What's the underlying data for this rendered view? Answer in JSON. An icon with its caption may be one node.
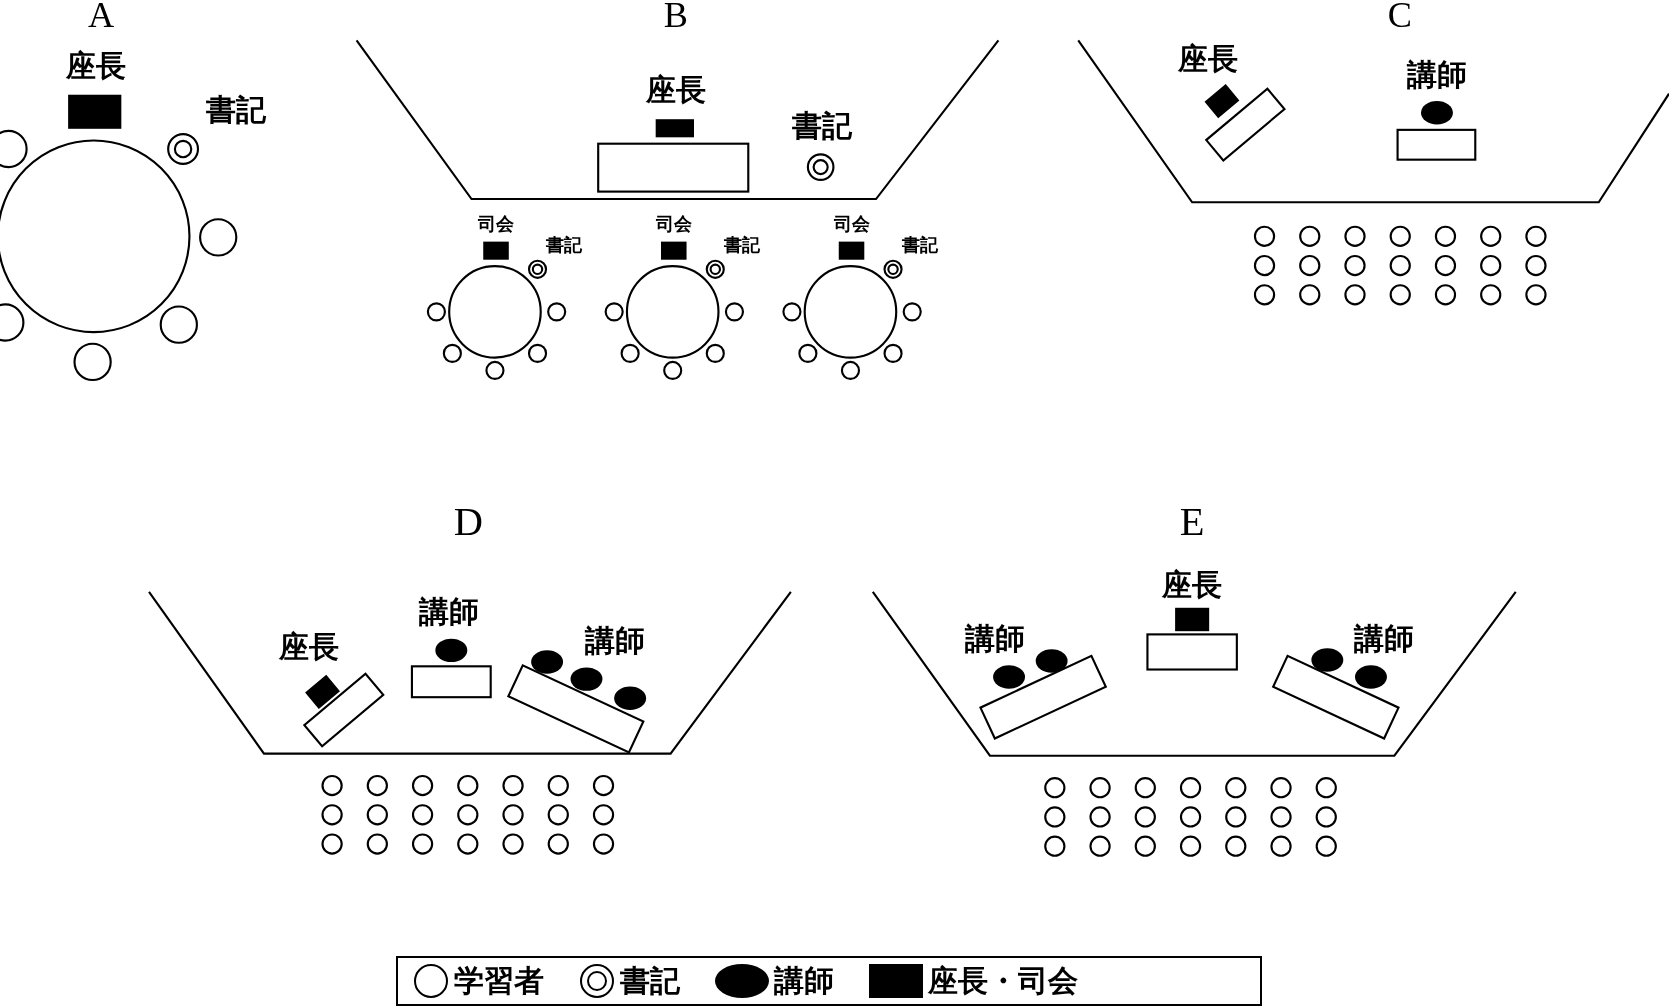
{
  "diagram": {
    "labels": [
      "A",
      "座長",
      "書記",
      "B",
      "座長",
      "書記",
      "司会",
      "書記",
      "司会",
      "書記",
      "司会",
      "書記",
      "C",
      "座長",
      "講師",
      "D",
      "講師",
      "座長",
      "講師",
      "E",
      "座長",
      "講師",
      "講師"
    ],
    "legend": [
      {
        "text": "学習者"
      },
      {
        "text": "書記"
      },
      {
        "text": "講師"
      },
      {
        "text": "座長・司会"
      }
    ]
  }
}
